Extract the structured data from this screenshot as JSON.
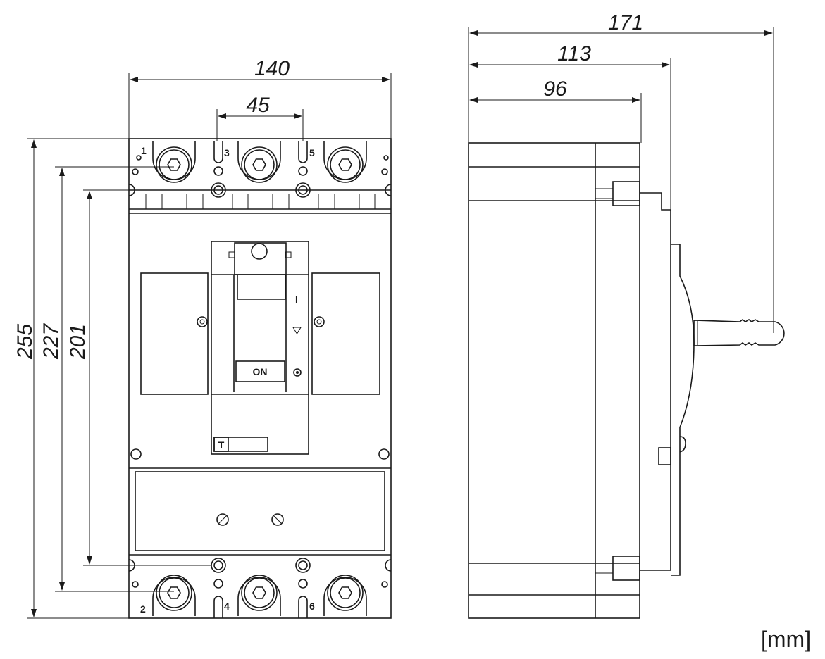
{
  "drawing": {
    "unit_label": "[mm]",
    "front_view": {
      "dimensions": {
        "overall_width": "140",
        "pole_pitch": "45",
        "overall_height": "255",
        "terminal_centers": "227",
        "mounting_holes": "201"
      },
      "terminal_labels": [
        "1",
        "3",
        "5",
        "2",
        "4",
        "6"
      ],
      "handle_label": "ON",
      "indicator_on": "I",
      "trip_label": "T"
    },
    "side_view": {
      "dimensions": {
        "to_handle_tip": "171",
        "to_front_cover": "113",
        "to_body_face": "96"
      }
    }
  }
}
